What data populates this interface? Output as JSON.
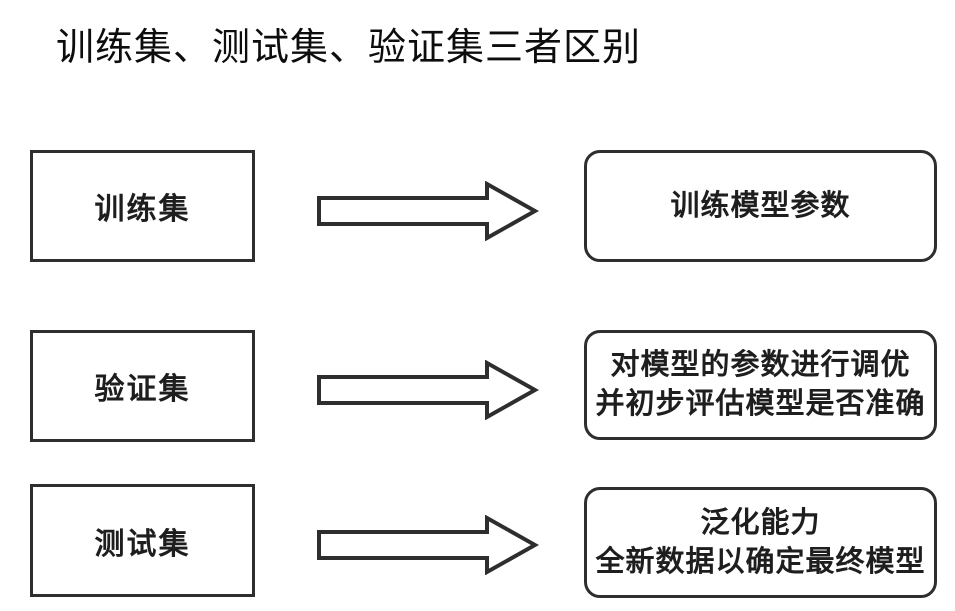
{
  "title": "训练集、测试集、验证集三者区别",
  "colors": {
    "background": "#ffffff",
    "line": "#2e2e2e",
    "text": "#1e1e1e"
  },
  "rows": [
    {
      "source": "训练集",
      "target_lines": [
        "训练模型参数"
      ]
    },
    {
      "source": "验证集",
      "target_lines": [
        "对模型的参数进行调优",
        "并初步评估模型是否准确"
      ]
    },
    {
      "source": "测试集",
      "target_lines": [
        "泛化能力",
        "全新数据以确定最终模型"
      ]
    }
  ]
}
